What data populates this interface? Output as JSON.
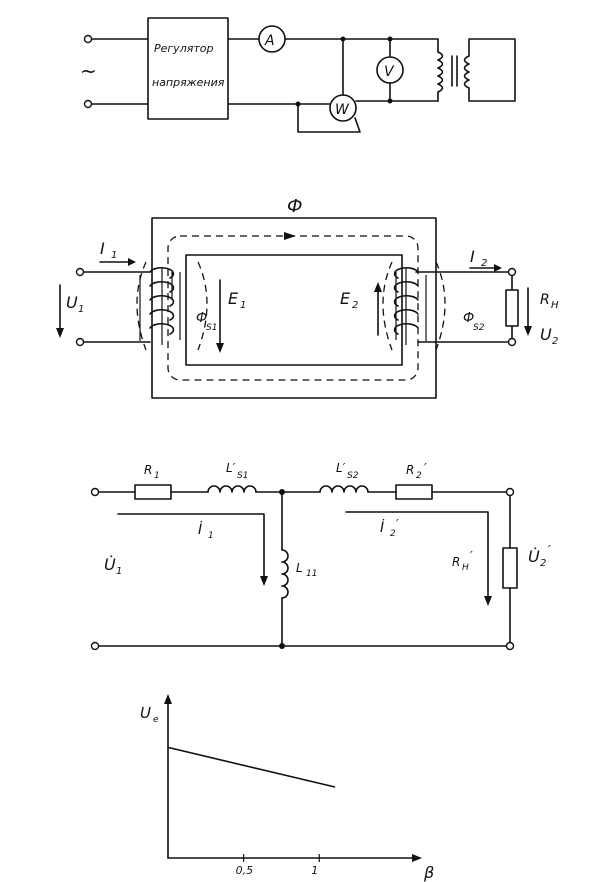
{
  "measurement_circuit": {
    "source_symbol": "~",
    "regulator_line1": "Регулятор",
    "regulator_line2": "напряжения",
    "ammeter": "A",
    "voltmeter": "V",
    "wattmeter": "W"
  },
  "transformer": {
    "flux": "Ф",
    "current_primary": "I",
    "current_primary_sub": "1",
    "voltage_primary": "U",
    "voltage_primary_sub": "1",
    "emf_primary": "E",
    "emf_primary_sub": "1",
    "leak_flux_primary": "Ф",
    "leak_flux_primary_sub": "S1",
    "emf_secondary": "E",
    "emf_secondary_sub": "2",
    "current_secondary": "I",
    "current_secondary_sub": "2",
    "leak_flux_secondary": "Ф",
    "leak_flux_secondary_sub": "S2",
    "load": "R",
    "load_sub": "Н",
    "voltage_secondary": "U",
    "voltage_secondary_sub": "2"
  },
  "equivalent_circuit": {
    "r1": "R",
    "r1_sub": "1",
    "ls1": "L′",
    "ls1_sub": "S1",
    "ls2": "L′",
    "ls2_sub": "S2",
    "r2": "R",
    "r2_sub": "2",
    "r2_prime": "′",
    "i1": "İ",
    "i1_sub": "1",
    "i2": "İ",
    "i2_sub": "2",
    "i2_prime": "′",
    "u1": "U̇",
    "u1_sub": "1",
    "l1": "L",
    "l1_sub": "11",
    "rn": "R",
    "rn_sub": "Н",
    "rn_prime": "′",
    "u2": "U̇",
    "u2_sub": "2",
    "u2_prime": "′"
  },
  "chart_data": {
    "type": "line",
    "ylabel": "U",
    "ylabel_sub": "e",
    "xlabel": "β",
    "x_ticks": [
      0.5,
      1
    ],
    "x_tick_labels": [
      "0,5",
      "1"
    ],
    "xlim": [
      0,
      1.6
    ],
    "ylim": [
      0,
      1
    ],
    "grid": false,
    "series": [
      {
        "x": [
          0,
          1.1
        ],
        "y": [
          0.7,
          0.45
        ]
      }
    ]
  }
}
